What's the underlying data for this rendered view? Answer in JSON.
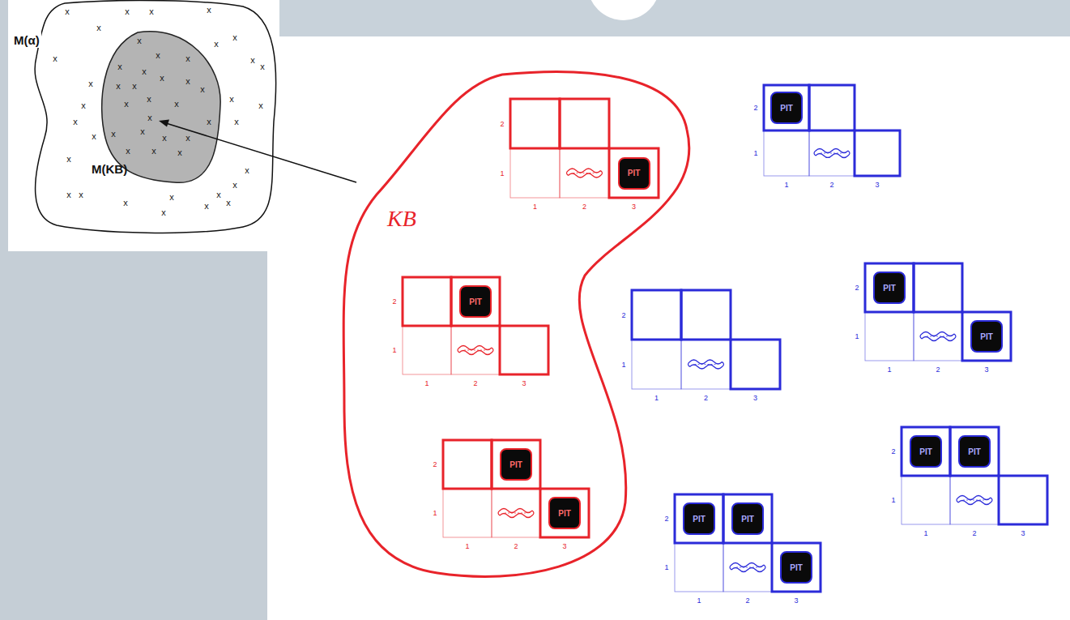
{
  "diagram": {
    "nodes": [
      {
        "text": [
          "KB"
        ]
      },
      {
        "text": [
          "PIT"
        ],
        "in": 0
      },
      {
        "text": [
          "PIT"
        ],
        "in": 0
      },
      {
        "text": [
          "PIT"
        ],
        "in": 0
      },
      {
        "text": [
          "PIT"
        ],
        "in": 0
      },
      {
        "text": [
          "PIT"
        ]
      },
      {
        "text": [
          "PIT"
        ]
      },
      {
        "text": [
          "PIT"
        ]
      },
      {
        "text": [
          "PIT"
        ]
      },
      {
        "text": [
          "PIT"
        ]
      },
      {
        "text": [
          "PIT"
        ]
      },
      {
        "text": [
          "PIT"
        ]
      },
      {
        "text": [
          "PIT"
        ]
      }
    ],
    "labels": [
      "M(α)",
      "M(KB)",
      "x",
      "x",
      "x",
      "x",
      "x",
      "x",
      "x",
      "x",
      "x",
      "x",
      "x",
      "x",
      "x",
      "x",
      "x",
      "x",
      "x",
      "x",
      "x",
      "x",
      "x",
      "x",
      "x",
      "x",
      "x",
      "x",
      "x",
      "x",
      "x",
      "x",
      "x",
      "x",
      "x",
      "x",
      "x",
      "x",
      "x",
      "x",
      "x",
      "x",
      "x",
      "x",
      "x",
      "x",
      "x",
      "x",
      "x",
      "x",
      "x",
      "x",
      "2",
      "1",
      "1",
      "2",
      "3",
      "2",
      "1",
      "1",
      "2",
      "3",
      "2",
      "1",
      "1",
      "2",
      "3",
      "2",
      "1",
      "1",
      "2",
      "3",
      "2",
      "1",
      "1",
      "2",
      "3",
      "2",
      "1",
      "1",
      "2",
      "3",
      "2",
      "1",
      "1",
      "2",
      "3",
      "2",
      "1",
      "1",
      "2",
      "3"
    ]
  }
}
